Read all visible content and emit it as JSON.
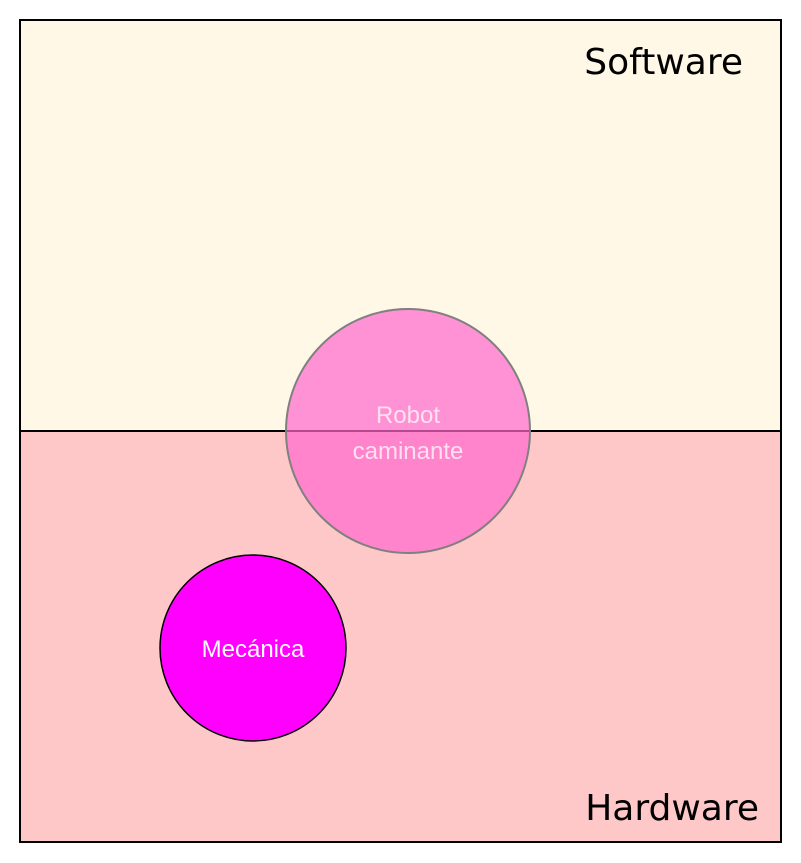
{
  "regions": {
    "software": {
      "label": "Software",
      "color": "#fff8e6"
    },
    "hardware": {
      "label": "Hardware",
      "color": "#ffc8c8"
    }
  },
  "nodes": {
    "robot": {
      "line1": "Robot",
      "line2": "caminante",
      "color": "#ff66cc",
      "text_color": "#ffe0f0"
    },
    "mecanica": {
      "label": "Mecánica",
      "color": "#ff00ff",
      "text_color": "#ffffff"
    }
  },
  "colors": {
    "border": "#000000",
    "robot_stroke": "#808080"
  }
}
